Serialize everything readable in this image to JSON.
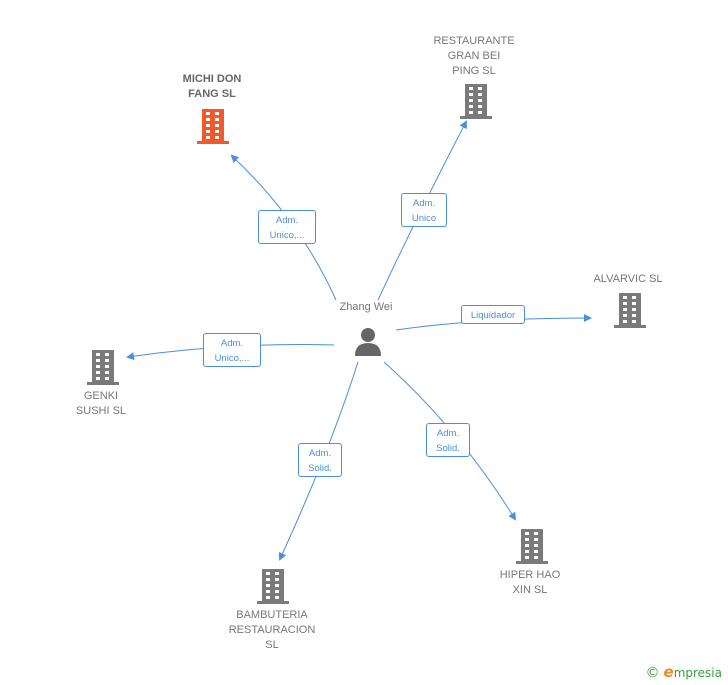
{
  "person": {
    "name": "Zhang Wei",
    "icon": "person-icon"
  },
  "companies": [
    {
      "id": "michi",
      "name": "MICHI DON\nFANG  SL",
      "highlight": true,
      "color": "#f05a2a"
    },
    {
      "id": "restaurante",
      "name": "RESTAURANTE\nGRAN BEI\nPING SL",
      "highlight": false,
      "color": "#7a7a7a"
    },
    {
      "id": "alvarvic",
      "name": "ALVARVIC  SL",
      "highlight": false,
      "color": "#7a7a7a"
    },
    {
      "id": "genki",
      "name": "GENKI\nSUSHI  SL",
      "highlight": false,
      "color": "#7a7a7a"
    },
    {
      "id": "hiper",
      "name": "HIPER HAO\nXIN  SL",
      "highlight": false,
      "color": "#7a7a7a"
    },
    {
      "id": "bambuteria",
      "name": "BAMBUTERIA\nRESTAURACION\nSL",
      "highlight": false,
      "color": "#7a7a7a"
    }
  ],
  "relations": [
    {
      "to": "michi",
      "label": "Adm.\nUnico,..."
    },
    {
      "to": "restaurante",
      "label": "Adm.\nUnico"
    },
    {
      "to": "alvarvic",
      "label": "Liquidador"
    },
    {
      "to": "genki",
      "label": "Adm.\nUnico,..."
    },
    {
      "to": "hiper",
      "label": "Adm.\nSolid."
    },
    {
      "to": "bambuteria",
      "label": "Adm.\nSolid."
    }
  ],
  "colors": {
    "edge": "#4a90d9",
    "building": "#7a7a7a",
    "highlight": "#f05a2a",
    "person": "#666666"
  },
  "brand": {
    "copyright": "©",
    "initial": "e",
    "rest": "mpresia"
  }
}
